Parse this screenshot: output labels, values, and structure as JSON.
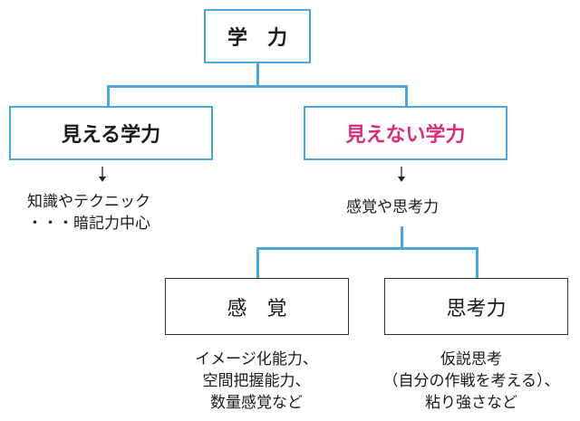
{
  "top": {
    "label": "学　力"
  },
  "visible": {
    "label": "見える学力",
    "desc_line1": "知識やテクニック",
    "desc_line2": "・・・暗記力中心"
  },
  "invisible": {
    "label": "見えない学力",
    "label_color": "#d62d7c",
    "desc": "感覚や思考力"
  },
  "sense": {
    "label": "感　覚",
    "desc_line1": "イメージ化能力、",
    "desc_line2": "空間把握能力、",
    "desc_line3": "数量感覚など"
  },
  "thinking": {
    "label": "思考力",
    "desc_line1": "仮説思考",
    "desc_line2": "（自分の作戦を考える）、",
    "desc_line3": "粘り強さなど"
  },
  "colors": {
    "connector": "#4aa8d8",
    "accent": "#d62d7c"
  }
}
